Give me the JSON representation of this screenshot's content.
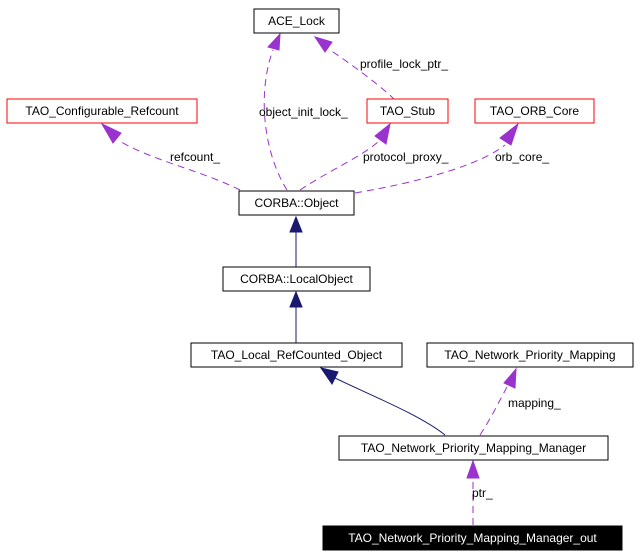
{
  "diagram": {
    "nodes": {
      "ace_lock": "ACE_Lock",
      "tao_configurable_refcount": "TAO_Configurable_Refcount",
      "tao_stub": "TAO_Stub",
      "tao_orb_core": "TAO_ORB_Core",
      "corba_object": "CORBA::Object",
      "corba_localobject": "CORBA::LocalObject",
      "tao_local_refcounted_object": "TAO_Local_RefCounted_Object",
      "tao_network_priority_mapping": "TAO_Network_Priority_Mapping",
      "tao_network_priority_mapping_manager": "TAO_Network_Priority_Mapping_Manager",
      "tao_network_priority_mapping_manager_out": "TAO_Network_Priority_Mapping_Manager_out"
    },
    "edges": {
      "profile_lock_ptr": "profile_lock_ptr_",
      "object_init_lock": "object_init_lock_",
      "refcount": "refcount_",
      "protocol_proxy": "protocol_proxy_",
      "orb_core": "orb_core_",
      "mapping": "mapping_",
      "ptr": "ptr_"
    },
    "colors": {
      "usage_edge": "#9a32cd",
      "inheritance_edge": "#191970",
      "undocumented_border": "#ff0000",
      "highlight_fill": "#000000"
    }
  }
}
